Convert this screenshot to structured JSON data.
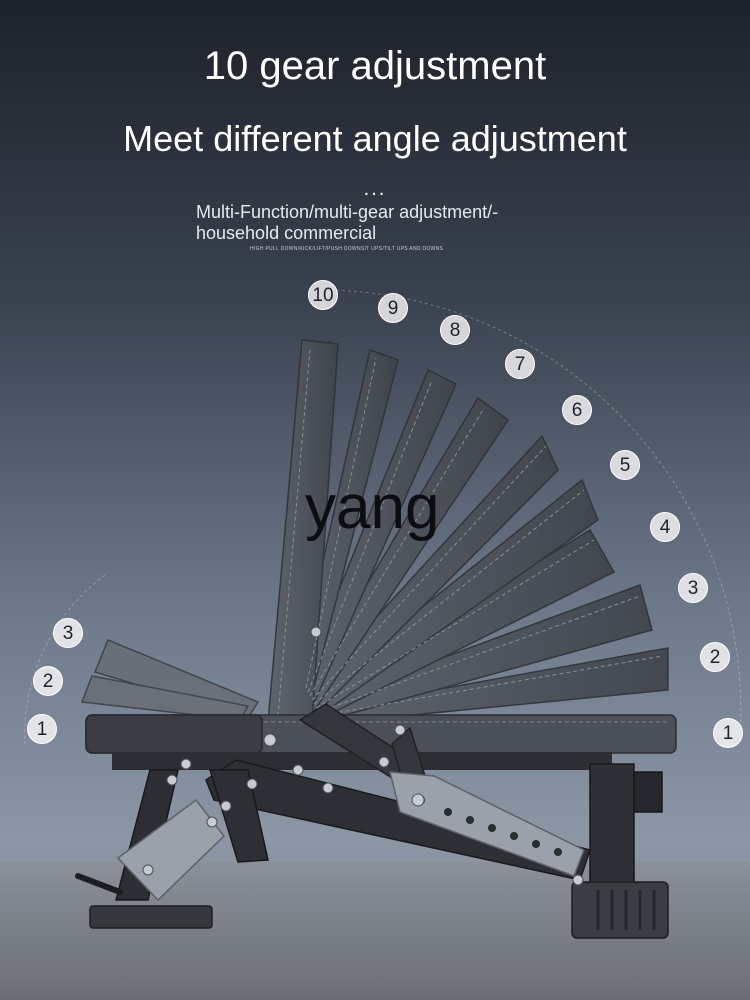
{
  "headline": "10 gear adjustment",
  "subheadline": "Meet different angle adjustment",
  "ellipsis": "...",
  "features_line1": "Multi-Function/multi-gear adjustment/-",
  "features_line2": "household commercial",
  "small_caption": "HIGH PULL DOWN/KICK/LIFT/PUSH DOWNSIT UPS/TILT UPS AND DOWNS",
  "watermark": "yang",
  "backrest_gears": [
    "1",
    "2",
    "3",
    "4",
    "5",
    "6",
    "7",
    "8",
    "9",
    "10"
  ],
  "seat_gears": [
    "1",
    "2",
    "3"
  ],
  "colors": {
    "pad": "#4d535c",
    "frame": "#2a2d31",
    "plate": "#9aa1aa",
    "text": "#ffffff"
  }
}
